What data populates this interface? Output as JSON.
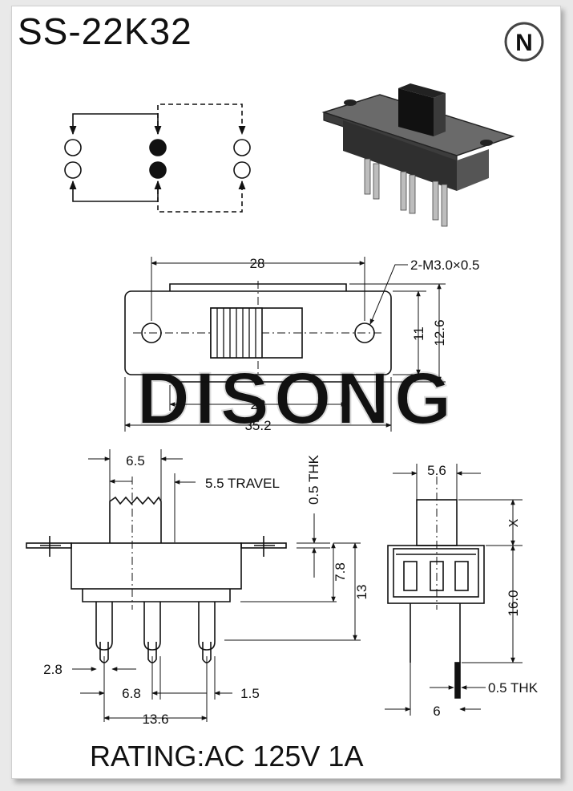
{
  "title": "SS-22K32",
  "logo_letter": "N",
  "watermark": "DISONG",
  "rating": "RATING:AC 125V 1A",
  "top_view": {
    "dim_length": "28",
    "hole_spec": "2-M3.0×0.5",
    "dim_height_inner": "11",
    "dim_height_outer": "12.6",
    "dim_inner_width": "22",
    "dim_total_length": "35.2"
  },
  "side_view": {
    "dim_actuator": "6.5",
    "travel_label": "5.5 TRAVEL",
    "thk_label": "0.5 THK",
    "dim_body": "7.8",
    "dim_total": "13",
    "dim_pin_width": "2.8",
    "dim_pin_pitch": "6.8",
    "dim_pin_offset": "1.5",
    "dim_pin_span": "13.6"
  },
  "end_view": {
    "dim_actuator_width": "5.6",
    "dim_x": "X",
    "dim_height": "16.0",
    "thk_label": "0.5 THK",
    "dim_pin_spacing": "6"
  },
  "colors": {
    "ink": "#111111",
    "watermark": "#e6e6e6",
    "product_body": "#4a4a4a"
  }
}
